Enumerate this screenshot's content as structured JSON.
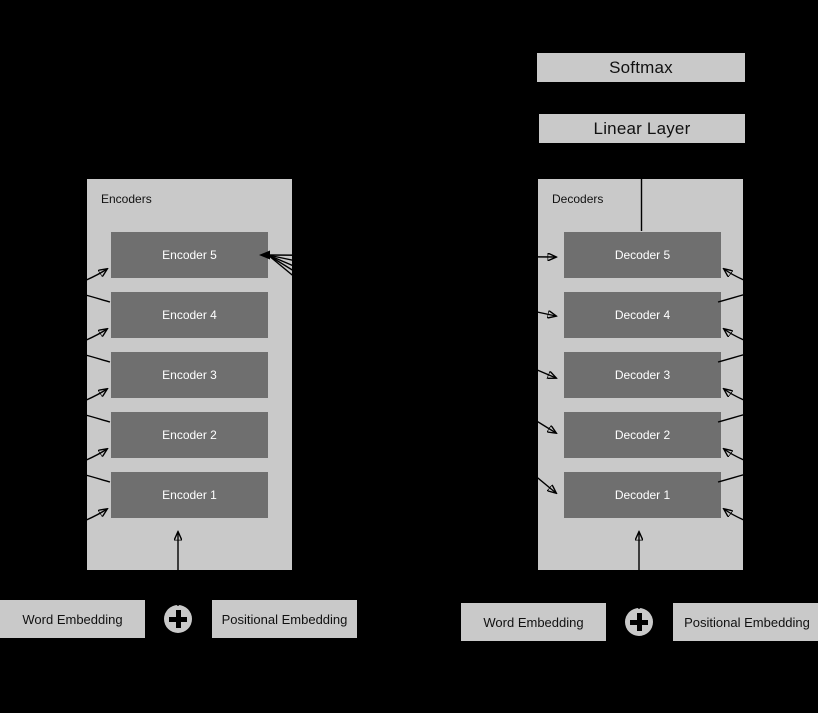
{
  "colors": {
    "background": "#000000",
    "container_fill": "#c9c9c9",
    "block_fill": "#6f6f6f",
    "block_text": "#ffffff",
    "label_text": "#111111",
    "connector": "#000000"
  },
  "output_head": {
    "softmax_label": "Softmax",
    "linear_label": "Linear Layer"
  },
  "encoders": {
    "label": "Encoders",
    "blocks": [
      "Encoder 5",
      "Encoder 4",
      "Encoder 3",
      "Encoder 2",
      "Encoder 1"
    ]
  },
  "decoders": {
    "label": "Decoders",
    "blocks": [
      "Decoder 5",
      "Decoder 4",
      "Decoder 3",
      "Decoder 2",
      "Decoder 1"
    ]
  },
  "encoder_inputs": {
    "word_label": "Word Embedding",
    "plus_icon": "+",
    "positional_label": "Positional Embedding"
  },
  "decoder_inputs": {
    "word_label": "Word Embedding",
    "plus_icon": "+",
    "positional_label": "Positional Embedding"
  }
}
